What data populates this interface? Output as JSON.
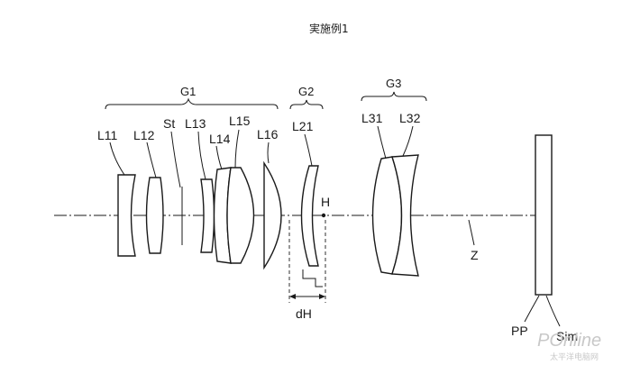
{
  "title": "実施例1",
  "groups": [
    {
      "label": "G1"
    },
    {
      "label": "G2"
    },
    {
      "label": "G3"
    }
  ],
  "lenses": [
    "L11",
    "L12",
    "L13",
    "L14",
    "L15",
    "L16",
    "L21",
    "L31",
    "L32"
  ],
  "stop_label": "St",
  "point_label": "H",
  "distance_label": "dH",
  "axis_label": "Z",
  "plane_labels": {
    "pp": "PP",
    "sim": "Sim"
  },
  "watermark": {
    "text": "POnline",
    "subtext": "太平洋电脑网"
  },
  "colors": {
    "line": "#1a1a1a",
    "background": "#ffffff",
    "watermark": "#c8c8c8"
  }
}
